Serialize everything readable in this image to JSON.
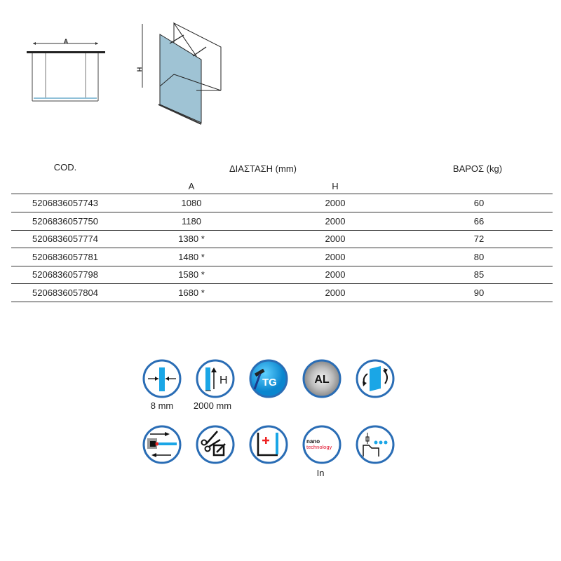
{
  "diagram": {
    "width_label": "A",
    "height_label": "H"
  },
  "table": {
    "headers": {
      "code": "COD.",
      "dimension": "ΔΙΑΣΤΑΣΗ (mm)",
      "weight": "ΒΑΡΟΣ (kg)",
      "a": "A",
      "h": "H"
    },
    "rows": [
      {
        "code": "5206836057743",
        "a": "1080",
        "h": "2000",
        "weight": "60"
      },
      {
        "code": "5206836057750",
        "a": "1180",
        "h": "2000",
        "weight": "66"
      },
      {
        "code": "5206836057774",
        "a": "1380 *",
        "h": "2000",
        "weight": "72"
      },
      {
        "code": "5206836057781",
        "a": "1480 *",
        "h": "2000",
        "weight": "80"
      },
      {
        "code": "5206836057798",
        "a": "1580 *",
        "h": "2000",
        "weight": "85"
      },
      {
        "code": "5206836057804",
        "a": "1680 *",
        "h": "2000",
        "weight": "90"
      }
    ]
  },
  "features": {
    "thickness": "8 mm",
    "height": "2000 mm",
    "height_icon_letter": "H",
    "tempered_glass": "TG",
    "aluminium": "AL",
    "nano_1": "nano",
    "nano_2": "technology",
    "nano_label": "In"
  },
  "colors": {
    "ring": "#2a6db5",
    "glass": "#1aa6e6",
    "panel": "#9fc3d4"
  }
}
